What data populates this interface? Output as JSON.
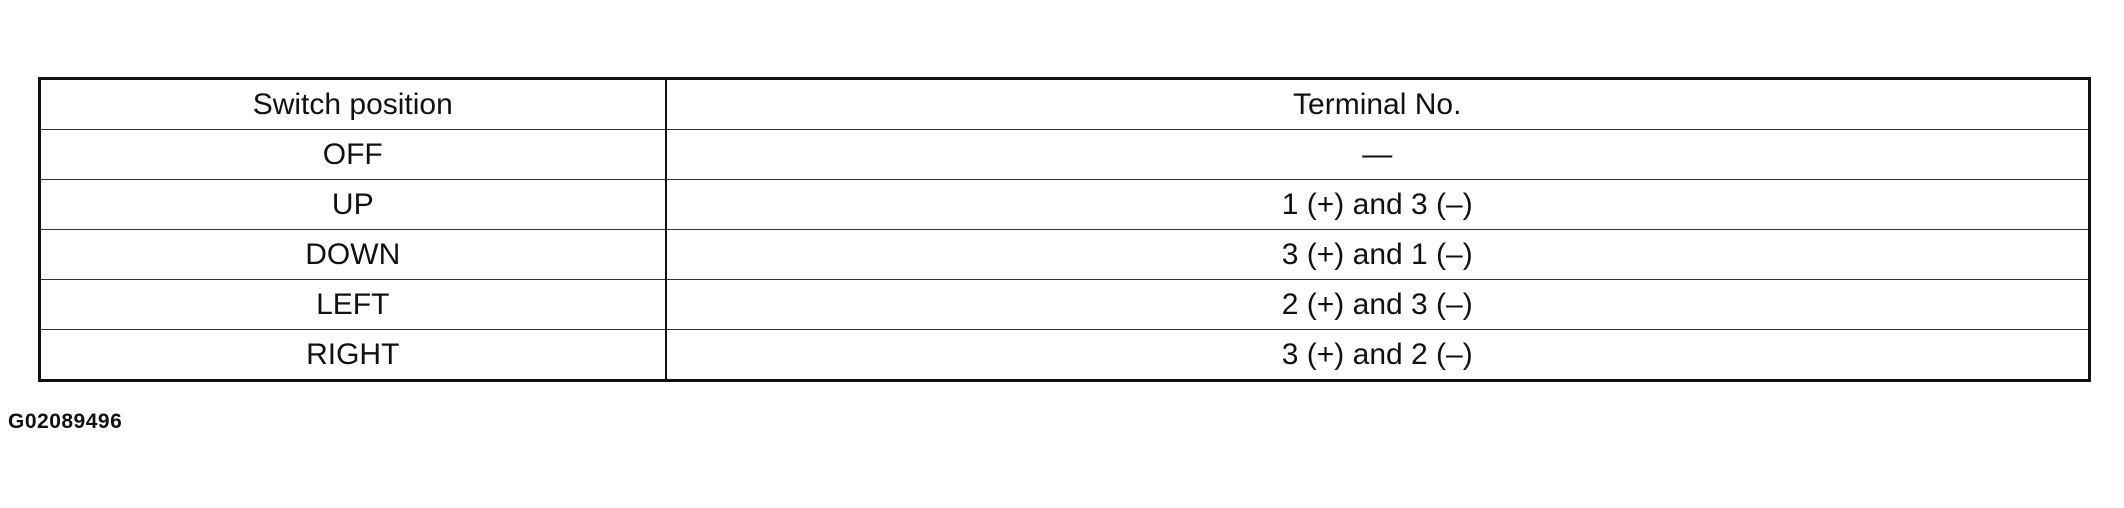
{
  "table": {
    "headers": [
      "Switch position",
      "Terminal No."
    ],
    "rows": [
      [
        "OFF",
        "—"
      ],
      [
        "UP",
        "1 (+) and 3 (–)"
      ],
      [
        "DOWN",
        "3 (+) and 1 (–)"
      ],
      [
        "LEFT",
        "2 (+) and 3 (–)"
      ],
      [
        "RIGHT",
        "3 (+) and 2 (–)"
      ]
    ]
  },
  "figure_id": "G02089496"
}
